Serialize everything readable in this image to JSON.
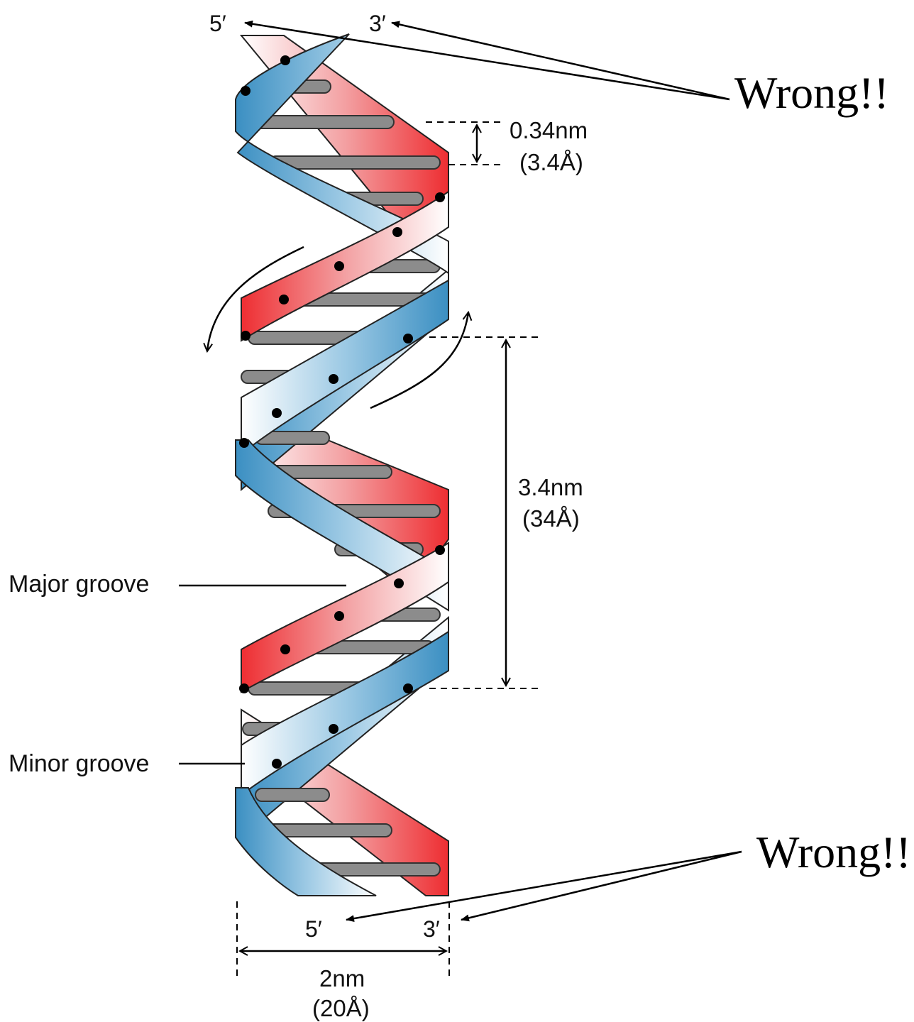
{
  "helix": {
    "top_strand_left_end": "5′",
    "top_strand_right_end": "3′",
    "bottom_strand_left_end": "5′",
    "bottom_strand_right_end": "3′"
  },
  "annotations": {
    "rise_value": "0.34nm",
    "rise_angstrom": "(3.4Å)",
    "pitch_value": "3.4nm",
    "pitch_angstrom": "(34Å)",
    "width_value": "2nm",
    "width_angstrom": "(20Å)",
    "major_groove": "Major groove",
    "minor_groove": "Minor groove"
  },
  "corrections": {
    "top_wrong": "Wrong!!",
    "bottom_wrong": "Wrong!!"
  },
  "colors": {
    "strand_blue": "#3b8fc2",
    "strand_red": "#ee2e32",
    "base_pair_gray": "#8c8c8c"
  }
}
